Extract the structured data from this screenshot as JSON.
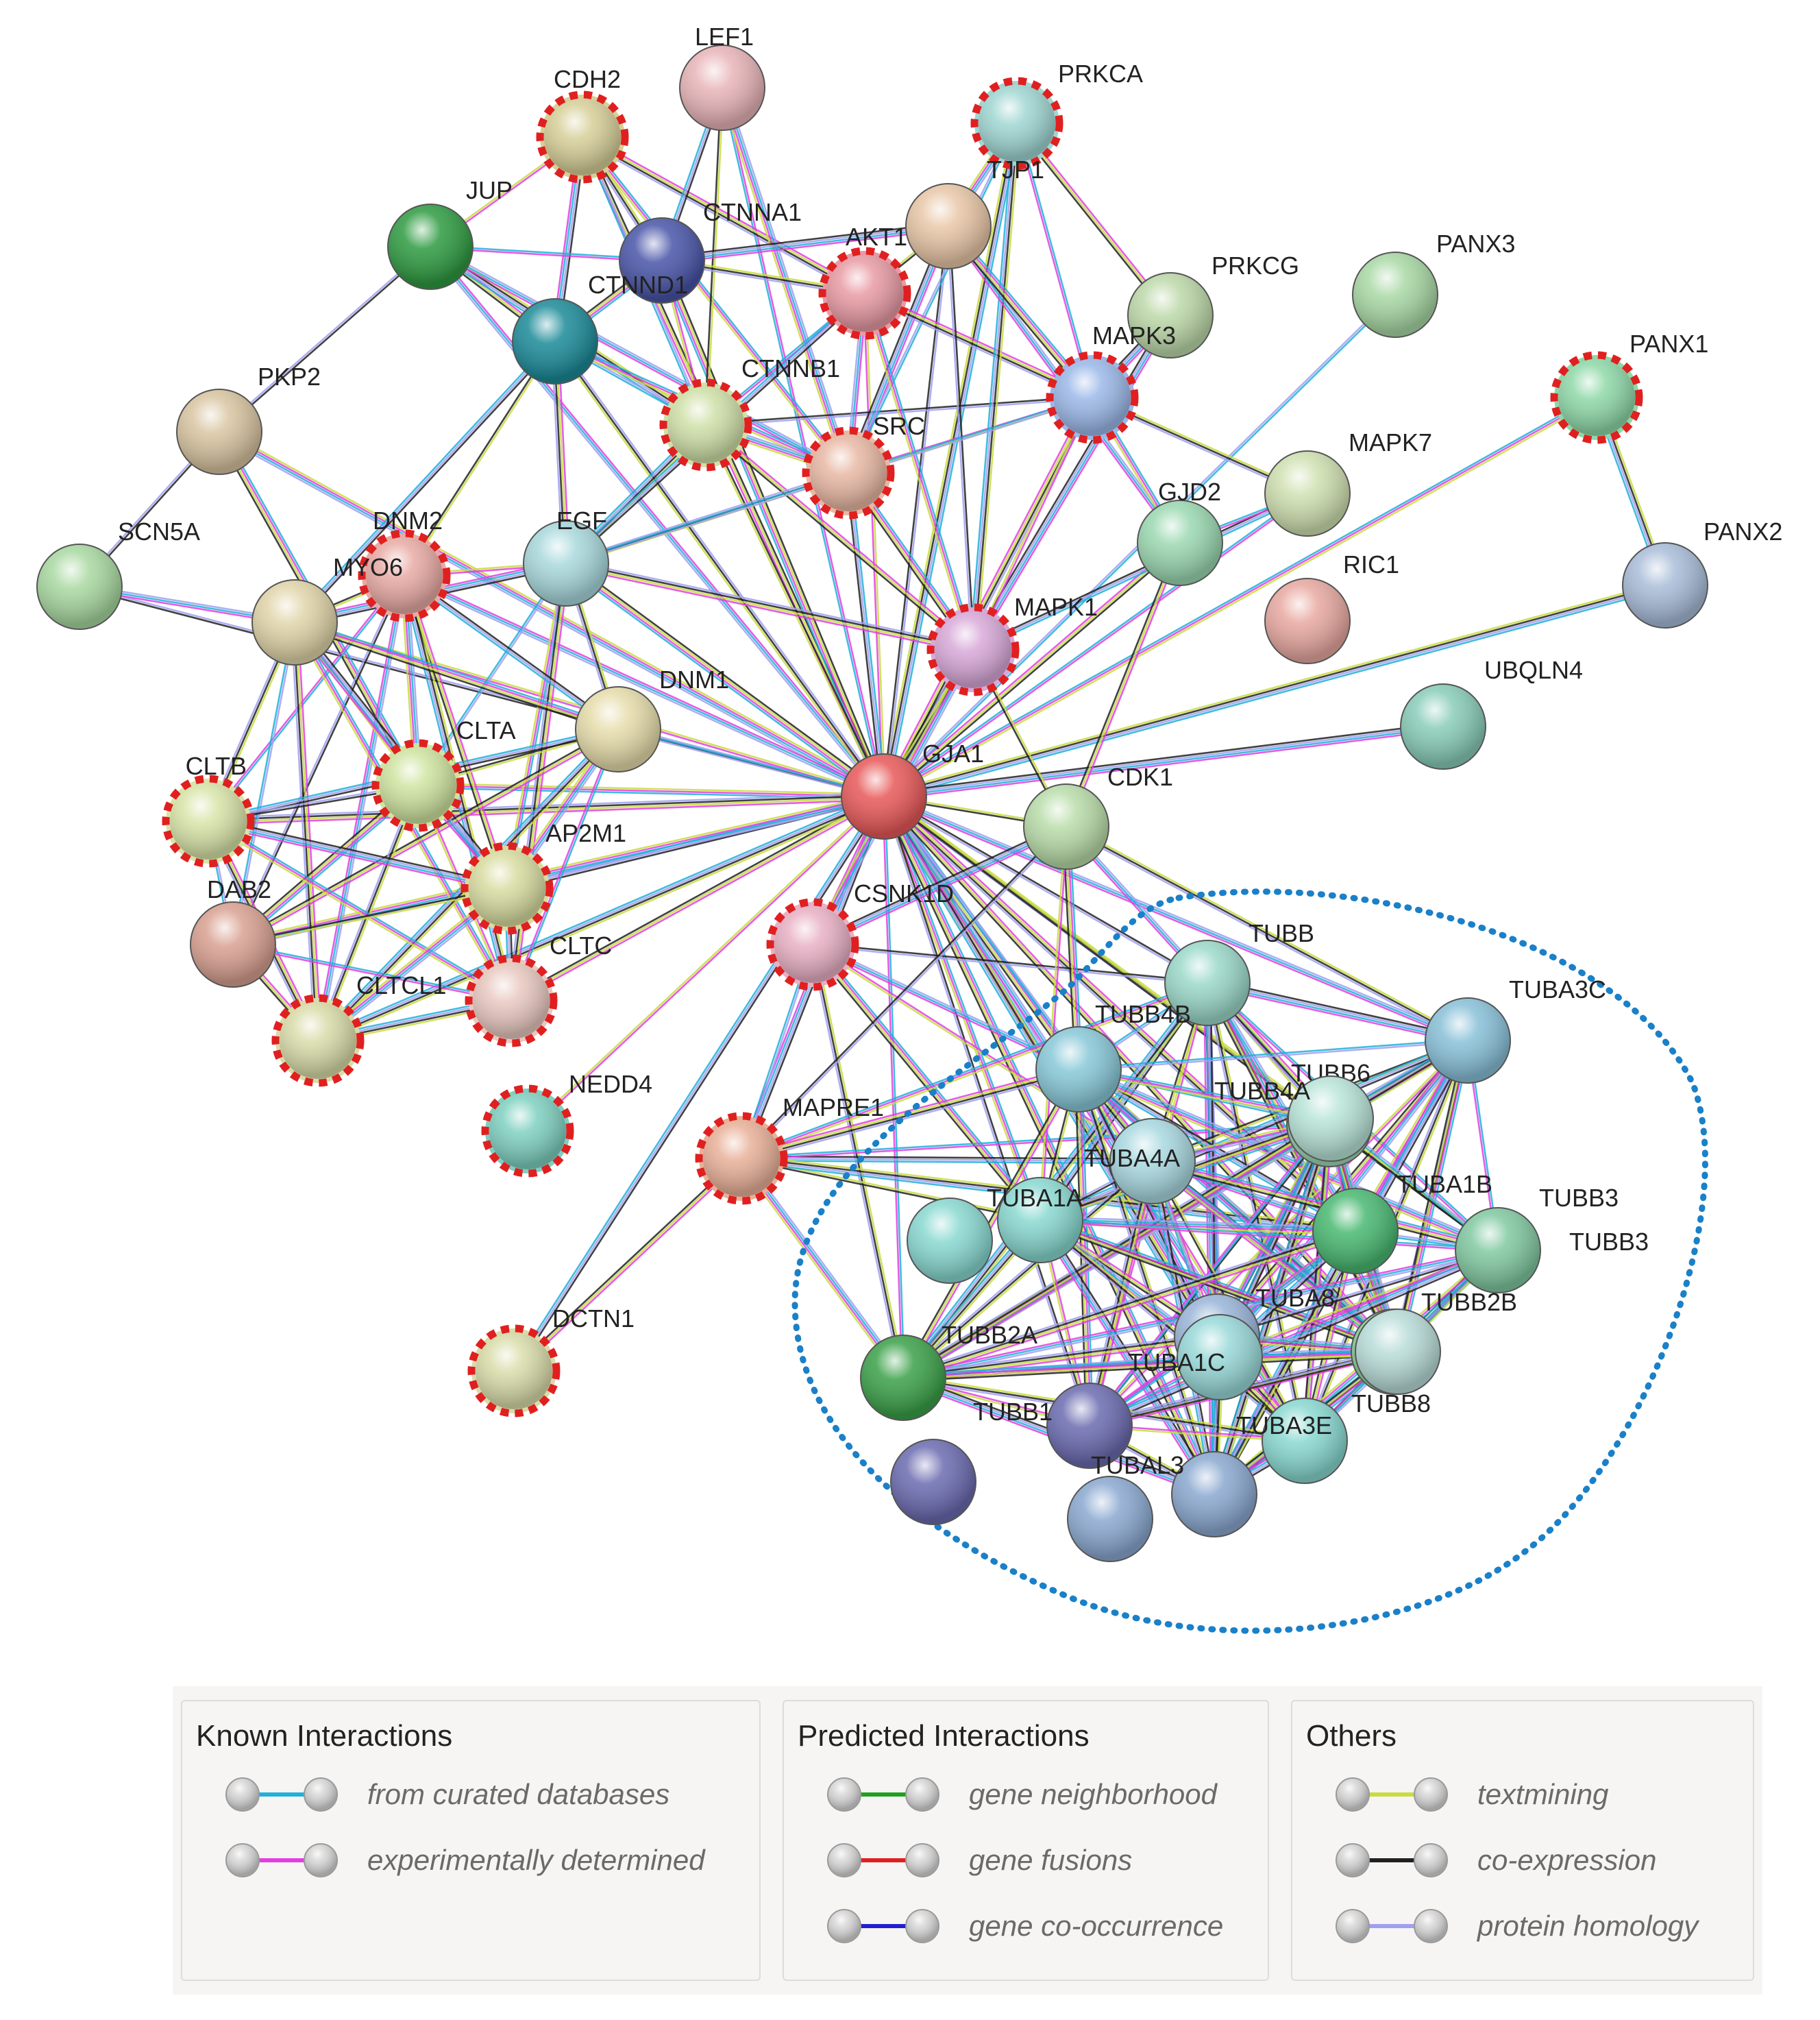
{
  "nodes": [
    {
      "id": "LEF1",
      "label": "LEF1",
      "color": "#e8b4b8",
      "dashed": false
    },
    {
      "id": "CDH2",
      "label": "CDH2",
      "color": "#d6cf98",
      "dashed": true
    },
    {
      "id": "PRKCA",
      "label": "PRKCA",
      "color": "#9fd6d2",
      "dashed": true
    },
    {
      "id": "TJP1",
      "label": "TJP1",
      "color": "#e8c6a6",
      "dashed": false
    },
    {
      "id": "JUP",
      "label": "JUP",
      "color": "#2d9a40",
      "dashed": false
    },
    {
      "id": "CTNNA1",
      "label": "CTNNA1",
      "color": "#4854a8",
      "dashed": false
    },
    {
      "id": "AKT1",
      "label": "AKT1",
      "color": "#e89aa4",
      "dashed": true
    },
    {
      "id": "CTNND1",
      "label": "CTNND1",
      "color": "#1a8a98",
      "dashed": false
    },
    {
      "id": "PRKCG",
      "label": "PRKCG",
      "color": "#bcd8a8",
      "dashed": false
    },
    {
      "id": "PANX3",
      "label": "PANX3",
      "color": "#a8d8a4",
      "dashed": false
    },
    {
      "id": "PANX1",
      "label": "PANX1",
      "color": "#8ed8a8",
      "dashed": true
    },
    {
      "id": "MAPK3",
      "label": "MAPK3",
      "color": "#9bb8e8",
      "dashed": true
    },
    {
      "id": "CTNNB1",
      "label": "CTNNB1",
      "color": "#cfe0a8",
      "dashed": true
    },
    {
      "id": "SRC",
      "label": "SRC",
      "color": "#e8b8a4",
      "dashed": true
    },
    {
      "id": "PKP2",
      "label": "PKP2",
      "color": "#d8c4a0",
      "dashed": false
    },
    {
      "id": "MAPK7",
      "label": "MAPK7",
      "color": "#cfe0b0",
      "dashed": false
    },
    {
      "id": "GJD2",
      "label": "GJD2",
      "color": "#9ad8b0",
      "dashed": false
    },
    {
      "id": "PANX2",
      "label": "PANX2",
      "color": "#a8bcd8",
      "dashed": false
    },
    {
      "id": "SCN5A",
      "label": "SCN5A",
      "color": "#a8d8a0",
      "dashed": false
    },
    {
      "id": "DNM2",
      "label": "DNM2",
      "color": "#e8aaa4",
      "dashed": true
    },
    {
      "id": "EGF",
      "label": "EGF",
      "color": "#a8d8dc",
      "dashed": false
    },
    {
      "id": "MYO6",
      "label": "MYO6",
      "color": "#e0d4a8",
      "dashed": false
    },
    {
      "id": "RIC1",
      "label": "RIC1",
      "color": "#e8a8a0",
      "dashed": false
    },
    {
      "id": "MAPK1",
      "label": "MAPK1",
      "color": "#d8a8d8",
      "dashed": true
    },
    {
      "id": "UBQLN4",
      "label": "UBQLN4",
      "color": "#88ccb8",
      "dashed": false
    },
    {
      "id": "DNM1",
      "label": "DNM1",
      "color": "#e6dcaa",
      "dashed": false
    },
    {
      "id": "GJA1",
      "label": "GJA1",
      "color": "#e85858",
      "dashed": false
    },
    {
      "id": "CLTA",
      "label": "CLTA",
      "color": "#cfe4a0",
      "dashed": true
    },
    {
      "id": "CLTB",
      "label": "CLTB",
      "color": "#d8e4a8",
      "dashed": true
    },
    {
      "id": "CDK1",
      "label": "CDK1",
      "color": "#b8dca8",
      "dashed": false
    },
    {
      "id": "AP2M1",
      "label": "AP2M1",
      "color": "#d8dca0",
      "dashed": true
    },
    {
      "id": "DAB2",
      "label": "DAB2",
      "color": "#d8a090",
      "dashed": false
    },
    {
      "id": "CSNK1D",
      "label": "CSNK1D",
      "color": "#e8b0c4",
      "dashed": true
    },
    {
      "id": "CLTC",
      "label": "CLTC",
      "color": "#e8c8c0",
      "dashed": true
    },
    {
      "id": "CLTCL1",
      "label": "CLTCL1",
      "color": "#d8dca8",
      "dashed": true
    },
    {
      "id": "TUBB",
      "label": "TUBB",
      "color": "#9ad8c8",
      "dashed": false
    },
    {
      "id": "TUBA3C",
      "label": "TUBA3C",
      "color": "#88c0d8",
      "dashed": false
    },
    {
      "id": "TUBB4B",
      "label": "TUBB4B",
      "color": "#88c8d8",
      "dashed": false
    },
    {
      "id": "NEDD4",
      "label": "NEDD4",
      "color": "#7ed0c0",
      "dashed": true
    },
    {
      "id": "TUBB6",
      "label": "TUBB6",
      "color": "#9cd8b4",
      "dashed": false
    },
    {
      "id": "MAPRE1",
      "label": "MAPRE1",
      "color": "#e8b098",
      "dashed": true
    },
    {
      "id": "TUBB4A",
      "label": "TUBB4A",
      "color": "#b8e4d8",
      "dashed": false
    },
    {
      "id": "TUBA4A",
      "label": "TUBA4A",
      "color": "#a8d8e0",
      "dashed": false
    },
    {
      "id": "TUBA1A",
      "label": "TUBA1A",
      "color": "#88d8d0",
      "dashed": false
    },
    {
      "id": "TUBA1B",
      "label": "TUBA1B",
      "color": "#48b870",
      "dashed": false
    },
    {
      "id": "TUBB3",
      "label": "TUBB3",
      "color": "#80c8a0",
      "dashed": false
    },
    {
      "id": "DCTN1",
      "label": "DCTN1",
      "color": "#d8dca8",
      "dashed": true
    },
    {
      "id": "TUBA8",
      "label": "TUBA8",
      "color": "#98b4d8",
      "dashed": false
    },
    {
      "id": "TUBB2A",
      "label": "TUBB2A",
      "color": "#3aa048",
      "dashed": false
    },
    {
      "id": "TUBB2B",
      "label": "TUBB2B",
      "color": "#88d098",
      "dashed": false
    },
    {
      "id": "TUBA1C",
      "label": "TUBA1C",
      "color": "#98d8d8",
      "dashed": false
    },
    {
      "id": "TUBB8",
      "label": "TUBB8",
      "color": "#b8dcd8",
      "dashed": false
    },
    {
      "id": "TUBB1",
      "label": "TUBB1",
      "color": "#6a6ab0",
      "dashed": false
    },
    {
      "id": "TUBA3E",
      "label": "TUBA3E",
      "color": "#88d8d0",
      "dashed": false
    },
    {
      "id": "TUBAL3",
      "label": "TUBAL3",
      "color": "#8aa8d0",
      "dashed": false
    },
    {
      "id": "TUBB3_2",
      "label": "TUBB3",
      "color": "#80c8a0",
      "dashed": false
    }
  ],
  "edge_colors": {
    "curated": "#20b0d8",
    "experimental": "#e040e0",
    "textmining": "#c8dc40",
    "coexpression": "#202020",
    "homology": "#a0a0f0",
    "cooccurrence": "#2020d0"
  },
  "cluster_color": "#1a80c8",
  "legend": {
    "known": {
      "title": "Known Interactions",
      "items": [
        {
          "text": "from curated databases",
          "color": "#20b0d8"
        },
        {
          "text": "experimentally determined",
          "color": "#e040e0"
        }
      ]
    },
    "predicted": {
      "title": "Predicted Interactions",
      "items": [
        {
          "text": "gene neighborhood",
          "color": "#20a020"
        },
        {
          "text": "gene fusions",
          "color": "#e02020"
        },
        {
          "text": "gene co-occurrence",
          "color": "#2020d0"
        }
      ]
    },
    "others": {
      "title": "Others",
      "items": [
        {
          "text": "textmining",
          "color": "#c8dc40"
        },
        {
          "text": "co-expression",
          "color": "#202020"
        },
        {
          "text": "protein homology",
          "color": "#a0a0f0"
        }
      ]
    }
  }
}
